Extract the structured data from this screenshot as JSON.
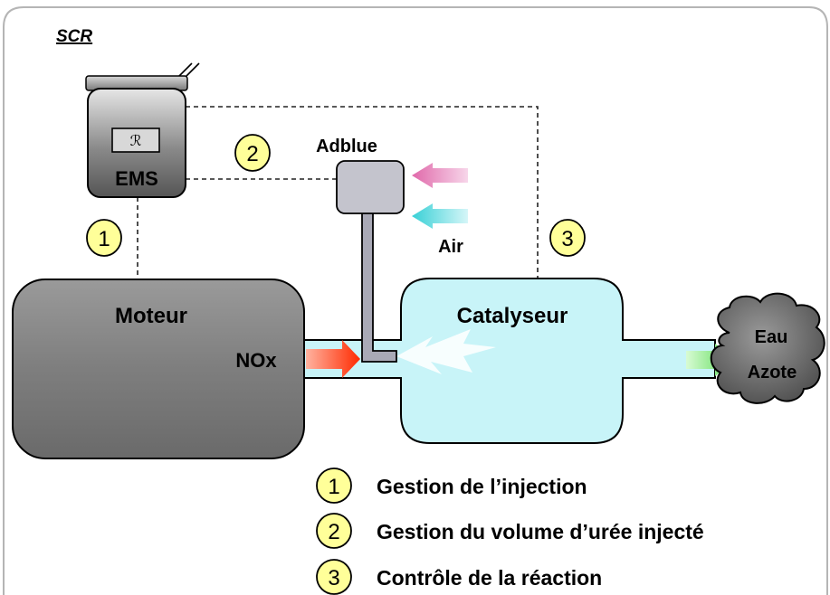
{
  "title": "SCR",
  "ems": {
    "label": "EMS"
  },
  "adblue": {
    "label": "Adblue"
  },
  "air": {
    "label": "Air"
  },
  "moteur": {
    "label": "Moteur",
    "nox_label": "NOx"
  },
  "catalyseur": {
    "label": "Catalyseur"
  },
  "output": {
    "line1": "Eau",
    "line2": "Azote"
  },
  "markers": [
    "1",
    "2",
    "3"
  ],
  "legend": [
    {
      "num": "1",
      "text": "Gestion de l’injection"
    },
    {
      "num": "2",
      "text": "Gestion du volume d’urée injecté"
    },
    {
      "num": "3",
      "text": "Contrôle de la réaction"
    }
  ],
  "colors": {
    "engine": "#7a7a7a",
    "catalyst": "#c8f4f8",
    "marker_fill": "#ffff99",
    "nox_arrow": "#ff3b1a",
    "adblue_arrow": "#e87ab8",
    "air_arrow": "#4fd8dc",
    "output_arrow": "#66e060"
  }
}
